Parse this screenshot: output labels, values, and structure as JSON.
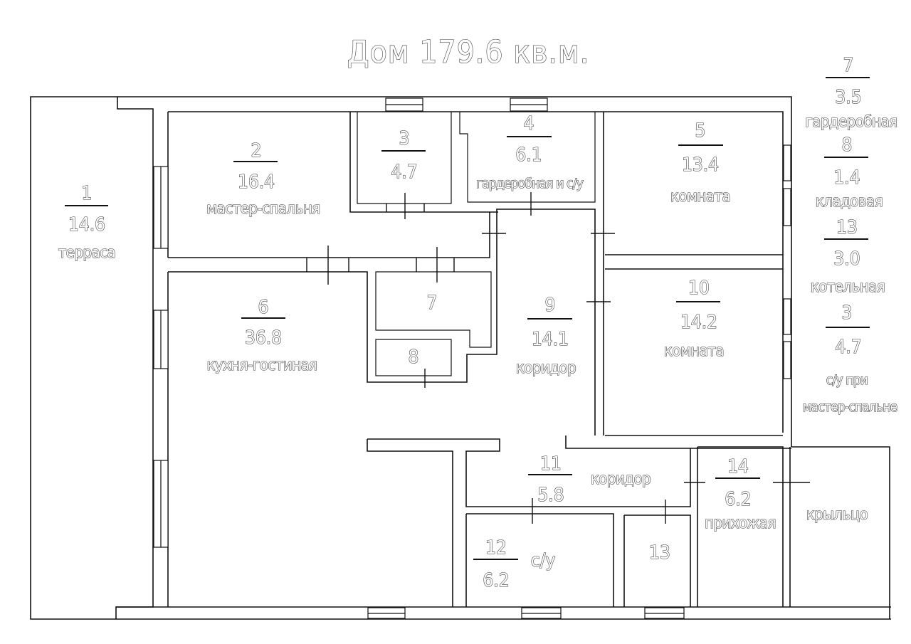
{
  "title": "Дом 179.6 кв.м.",
  "rooms": [
    {
      "id": "1",
      "area": "14.6",
      "name": "терраса"
    },
    {
      "id": "2",
      "area": "16.4",
      "name": "мастер-спальня"
    },
    {
      "id": "3",
      "area": "4.7",
      "name": ""
    },
    {
      "id": "4",
      "area": "6.1",
      "name": "гардеробная и с/у"
    },
    {
      "id": "5",
      "area": "13.4",
      "name": "комната"
    },
    {
      "id": "6",
      "area": "36.8",
      "name": "кухня-гостиная"
    },
    {
      "id": "7",
      "area": "",
      "name": ""
    },
    {
      "id": "8",
      "area": "",
      "name": ""
    },
    {
      "id": "9",
      "area": "14.1",
      "name": "коридор"
    },
    {
      "id": "10",
      "area": "14.2",
      "name": "комната"
    },
    {
      "id": "11",
      "area": "5.8",
      "name": "коридор"
    },
    {
      "id": "12",
      "area": "6.2",
      "name": "с/у"
    },
    {
      "id": "13",
      "area": "",
      "name": ""
    },
    {
      "id": "14",
      "area": "6.2",
      "name": "прихожая"
    },
    {
      "id": "",
      "area": "",
      "name": "крыльцо"
    }
  ],
  "legend": [
    {
      "id": "7",
      "area": "3.5",
      "name": "гардеробная"
    },
    {
      "id": "8",
      "area": "1.4",
      "name": "кладовая"
    },
    {
      "id": "13",
      "area": "3.0",
      "name": "котельная"
    },
    {
      "id": "3",
      "area": "4.7",
      "name_line1": "с/у при",
      "name_line2": "мастер-спальне"
    }
  ],
  "colors": {
    "line": "#111111",
    "text_outline": "#333333",
    "background": "#ffffff"
  }
}
